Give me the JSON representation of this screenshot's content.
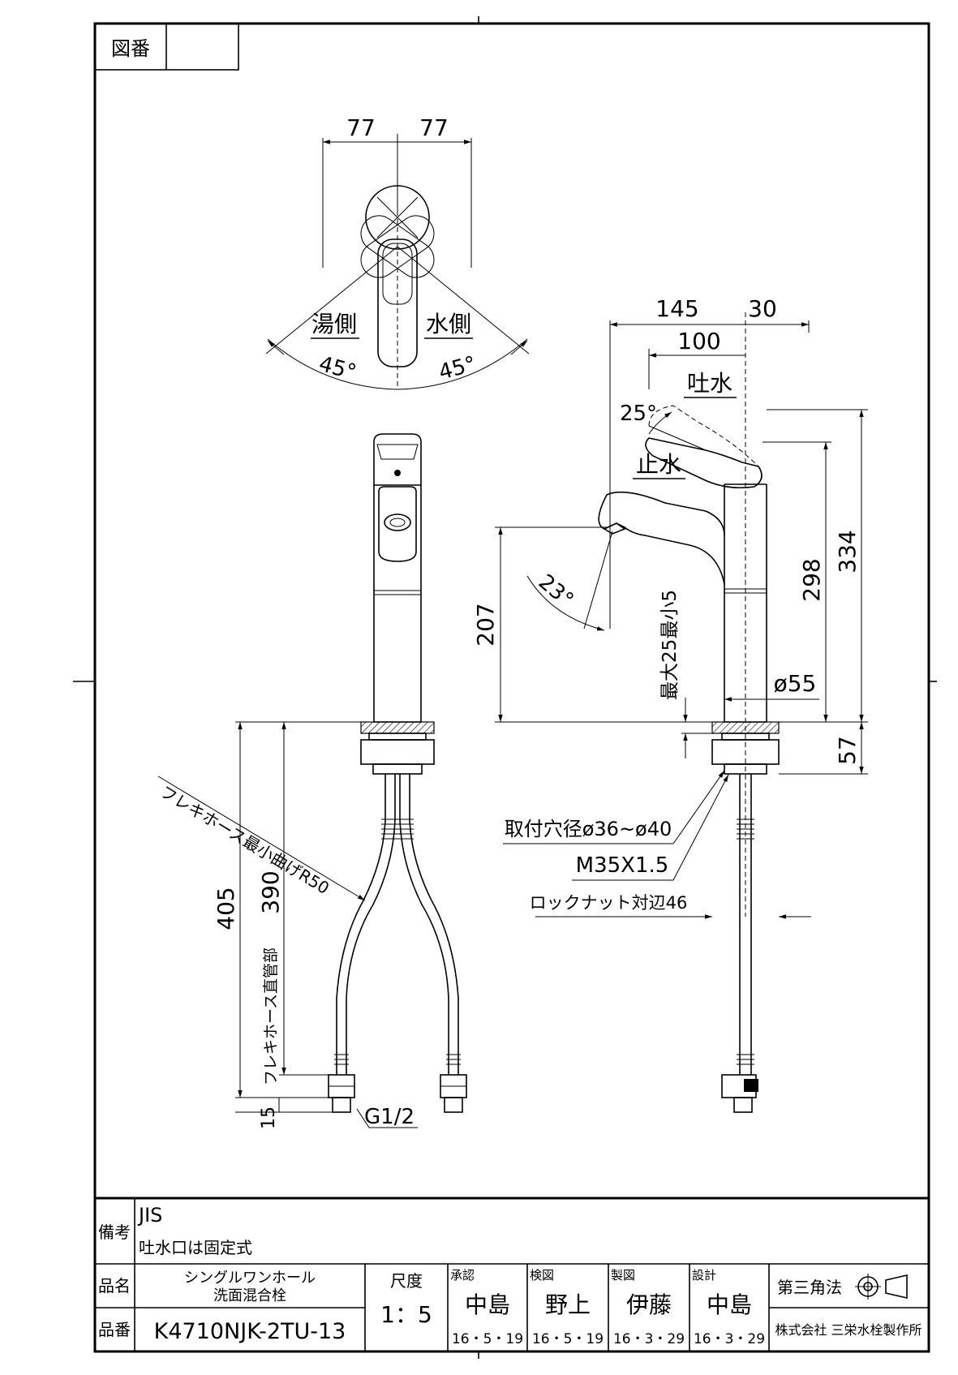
{
  "header": {
    "drawing_no_label": "図番",
    "drawing_no_value": ""
  },
  "top_view": {
    "dims": [
      "77",
      "77"
    ],
    "hot_side": "湯側",
    "cold_side": "水側",
    "angle_left": "45°",
    "angle_right": "45°"
  },
  "side_view": {
    "dim_145": "145",
    "dim_30": "30",
    "dim_100": "100",
    "discharge": "吐水",
    "stop": "止水",
    "angle_25": "25°",
    "angle_23": "23°",
    "dim_207": "207",
    "dim_298": "298",
    "dim_334": "334",
    "dim_57": "57",
    "dia_55": "ø55",
    "counter_thickness": "最大25最小5",
    "mount_hole": "取付穴径ø36~ø40",
    "thread": "M35X1.5",
    "locknut": "ロックナット対辺46"
  },
  "front_view": {
    "hose_bend": "フレキホース最小曲げR50",
    "hose_straight": "フレキホース直管部",
    "dim_390": "390",
    "dim_405": "405",
    "dim_15": "15",
    "connection": "G1/2"
  },
  "title_block": {
    "remarks_label": "備考",
    "remark_1": "JIS",
    "remark_2": "吐水口は固定式",
    "product_name_label": "品名",
    "product_name_1": "シングルワンホール",
    "product_name_2": "洗面混合栓",
    "product_no_label": "品番",
    "product_no": "K4710NJK-2TU-13",
    "scale_label": "尺度",
    "scale": "1：5",
    "approved_label": "承認",
    "approved_name": "中島",
    "approved_date": "16・5・19",
    "checked_label": "検図",
    "checked_name": "野上",
    "checked_date": "16・5・19",
    "drawn_label": "製図",
    "drawn_name": "伊藤",
    "drawn_date": "16・3・29",
    "designed_label": "設計",
    "designed_name": "中島",
    "designed_date": "16・3・29",
    "projection": "第三角法",
    "company": "株式会社 三栄水栓製作所"
  }
}
